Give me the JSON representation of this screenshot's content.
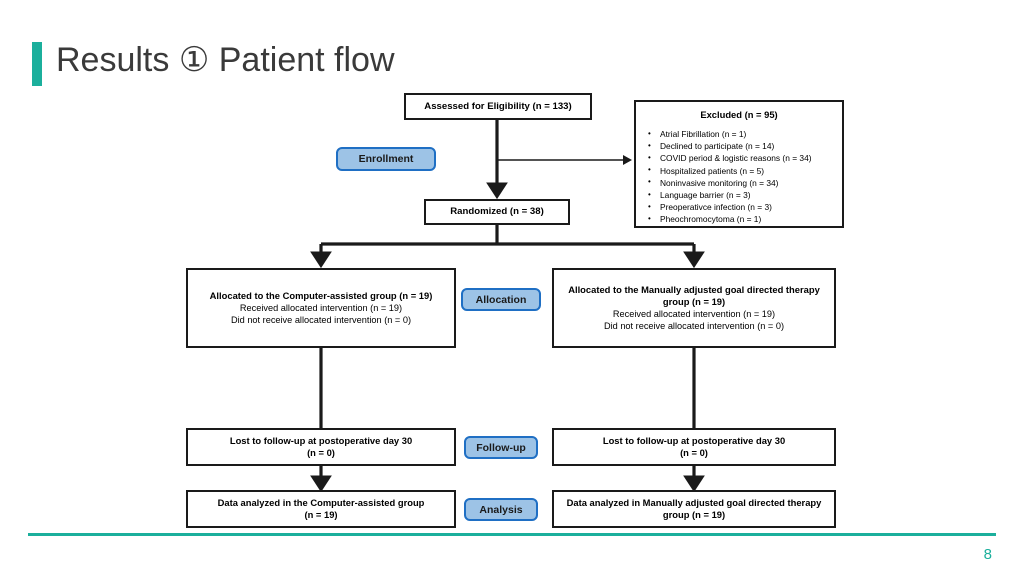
{
  "slide": {
    "title": "Results ① Patient flow",
    "page_number": "8",
    "accent_color": "#1BAF9C",
    "badge_fill": "#9DC3E6",
    "badge_border": "#1F6FC4"
  },
  "flowchart": {
    "type": "consort-flow-diagram",
    "nodes": {
      "assessed": {
        "header": "Assessed for Eligibility (n = 133)"
      },
      "excluded": {
        "header": "Excluded (n = 95)",
        "items": [
          "Atrial Fibrillation (n = 1)",
          "Declined to participate (n = 14)",
          "COVID period & logistic reasons (n = 34)",
          "Hospitalized patients (n = 5)",
          "Noninvasive monitoring (n = 34)",
          "Language barrier (n = 3)",
          "Preoperativce infection (n = 3)",
          "Pheochromocytoma (n = 1)"
        ]
      },
      "randomized": {
        "header": "Randomized (n = 38)"
      },
      "alloc_left": {
        "header": "Allocated to the Computer-assisted group (n = 19)",
        "line1": "Received allocated intervention (n = 19)",
        "line2": "Did not receive allocated intervention (n = 0)"
      },
      "alloc_right": {
        "header": "Allocated to the Manually adjusted goal directed therapy group (n = 19)",
        "line1": "Received allocated intervention (n = 19)",
        "line2": "Did not receive allocated intervention (n = 0)"
      },
      "followup_left": {
        "header": "Lost to follow-up at postoperative day 30",
        "line1": "(n = 0)"
      },
      "followup_right": {
        "header": "Lost to follow-up at postoperative day 30",
        "line1": "(n = 0)"
      },
      "analysis_left": {
        "header": "Data analyzed in the Computer-assisted group",
        "line1": "(n = 19)"
      },
      "analysis_right": {
        "header": "Data analyzed in Manually adjusted goal directed therapy group (n = 19)"
      }
    },
    "badges": {
      "enrollment": "Enrollment",
      "allocation": "Allocation",
      "followup": "Follow-up",
      "analysis": "Analysis"
    }
  }
}
